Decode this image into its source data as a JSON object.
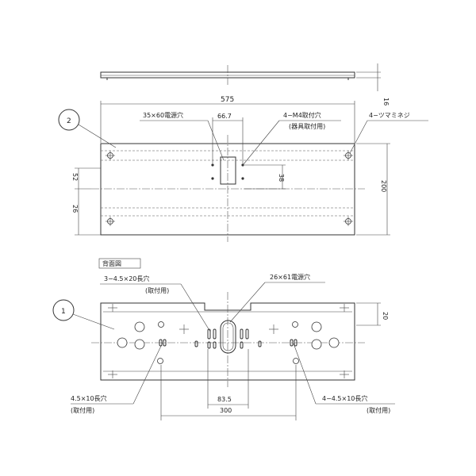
{
  "dimensions": {
    "overall_length": "575",
    "side_thickness": "16",
    "overall_width": "200",
    "hole_spacing_top": "66.7",
    "dim_52": "52",
    "dim_26": "26",
    "dim_38": "38",
    "dim_20": "20",
    "dim_83_5": "83.5",
    "dim_300": "300"
  },
  "callouts": {
    "part2": "2",
    "part1": "1",
    "power_hole_top": "35×60電源穴",
    "m4_hole": "4−M4取付穴",
    "m4_hole_sub": "(器具取付用)",
    "knob_screw": "4−ツマミネジ",
    "back_view": "背面図",
    "slot_3x": "3−4.5×20長穴",
    "slot_3x_sub": "(取付用)",
    "power_hole_back": "26×61電源穴",
    "slot_left": "4.5×10長穴",
    "slot_left_sub": "(取付用)",
    "slot_right": "4−4.5×10長穴",
    "slot_right_sub": "(取付用)"
  }
}
